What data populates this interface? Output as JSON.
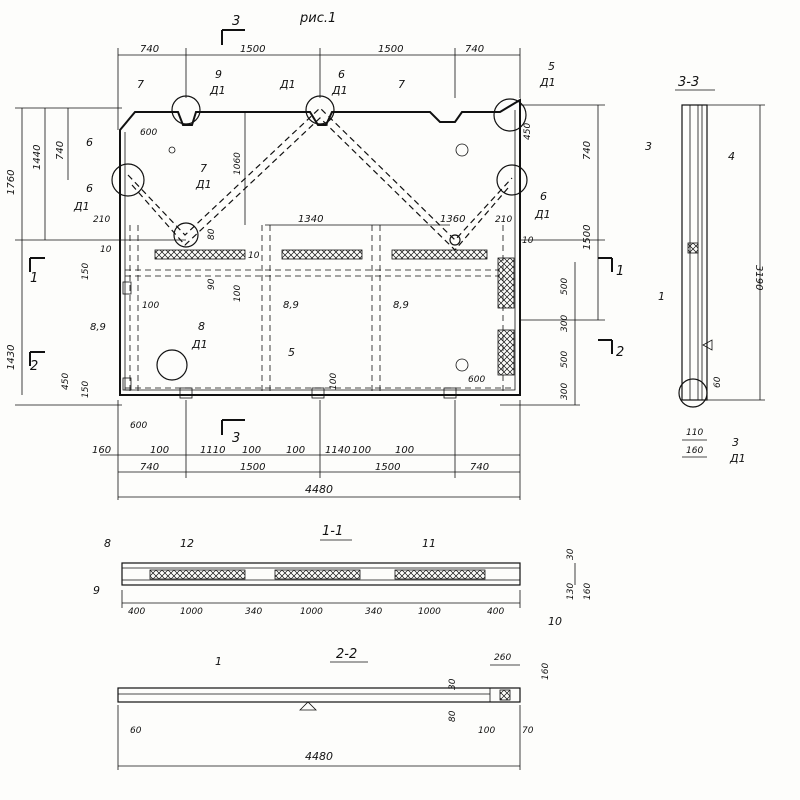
{
  "fig": {
    "title": "рис.1",
    "top_dims": [
      "740",
      "1500",
      "1500",
      "740"
    ],
    "bottom_dims": [
      "4480"
    ],
    "bottom_row1": [
      "160",
      "100",
      "1110",
      "100",
      "100",
      "1140",
      "100",
      "100"
    ],
    "bottom_row2": [
      "740",
      "1500",
      "1500",
      "740"
    ],
    "left_dims": [
      "1760",
      "1440",
      "740",
      "1430",
      "150",
      "450",
      "150",
      "10",
      "8,9",
      "100"
    ],
    "right_dims": [
      "740",
      "1500",
      "500",
      "300",
      "500",
      "300",
      "10",
      "600"
    ],
    "inner_dims": [
      "1340",
      "1360",
      "210",
      "210",
      "600",
      "450",
      "1060",
      "80",
      "90",
      "100",
      "10",
      "8,9",
      "8,9",
      "100",
      "600"
    ],
    "callouts": [
      "9",
      "Д1",
      "6",
      "Д1",
      "7",
      "5",
      "Д1",
      "7",
      "6",
      "Д1",
      "6",
      "Д1",
      "7",
      "Д1",
      "6",
      "Д1",
      "8",
      "Д1",
      "5"
    ],
    "section_marks": [
      "3",
      "3",
      "1",
      "1",
      "2",
      "2"
    ]
  },
  "section_33": {
    "title": "3-3",
    "labels": [
      "3",
      "4",
      "1",
      "3",
      "Д1"
    ],
    "dims": [
      "3190",
      "60",
      "110",
      "160"
    ]
  },
  "section_11": {
    "title": "1-1",
    "labels": [
      "8",
      "9",
      "12",
      "11",
      "10"
    ],
    "dims": [
      "400",
      "1000",
      "340",
      "1000",
      "340",
      "1000",
      "400",
      "30",
      "130",
      "160"
    ]
  },
  "section_22": {
    "title": "2-2",
    "labels": [
      "1"
    ],
    "dims": [
      "4480",
      "60",
      "260",
      "160",
      "30",
      "80",
      "100",
      "70"
    ]
  }
}
